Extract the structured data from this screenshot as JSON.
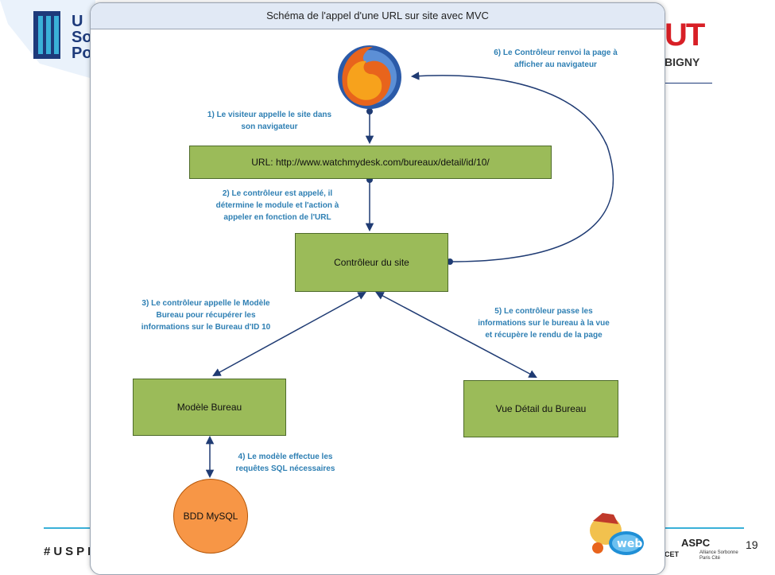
{
  "background": {
    "left_logo_lines": [
      "U",
      "So",
      "Po"
    ],
    "right_logo_main": "UT",
    "right_logo_sub": "BIGNY",
    "hashtag": "#USPI",
    "page_number": "19",
    "aspc": "ASPC",
    "aspc_sub": [
      "Alliance Sorbonne",
      "Paris Cité"
    ],
    "cet": "CET",
    "colors": {
      "accent_line": "#3ab0d8",
      "logo_red": "#d81f26"
    }
  },
  "diagram": {
    "title": "Schéma de l'appel d'une URL sur site avec MVC",
    "nodes": {
      "url_box": "URL: http://www.watchmydesk.com/bureaux/detail/id/10/",
      "controller": "Contrôleur du site",
      "model": "Modèle Bureau",
      "view": "Vue Détail du Bureau",
      "database": "BDD MySQL"
    },
    "notes": {
      "step1": [
        "1) Le visiteur appelle le site dans",
        "son navigateur"
      ],
      "step2": [
        "2) Le contrôleur est appelé, il",
        "détermine le module et l'action à",
        "appeler en fonction de l'URL"
      ],
      "step3": [
        "3) Le contrôleur appelle le Modèle",
        "Bureau pour récupérer les",
        "informations sur le Bureau d'ID 10"
      ],
      "step4": [
        "4) Le modèle effectue les",
        "requêtes SQL nécessaires"
      ],
      "step5": [
        "5) Le contrôleur passe les",
        "informations sur le bureau à la vue",
        "et récupère le rendu de la page"
      ],
      "step6": [
        "6) Le Contrôleur renvoi la page à",
        "afficher au navigateur"
      ]
    },
    "icons": {
      "browser": "firefox-icon",
      "web_logo": "les-tennis-du-web-logo"
    },
    "colors": {
      "box_fill": "#9bbb59",
      "db_fill": "#f79646",
      "arrow": "#1f3b73",
      "note_text": "#2e7fb3"
    }
  }
}
